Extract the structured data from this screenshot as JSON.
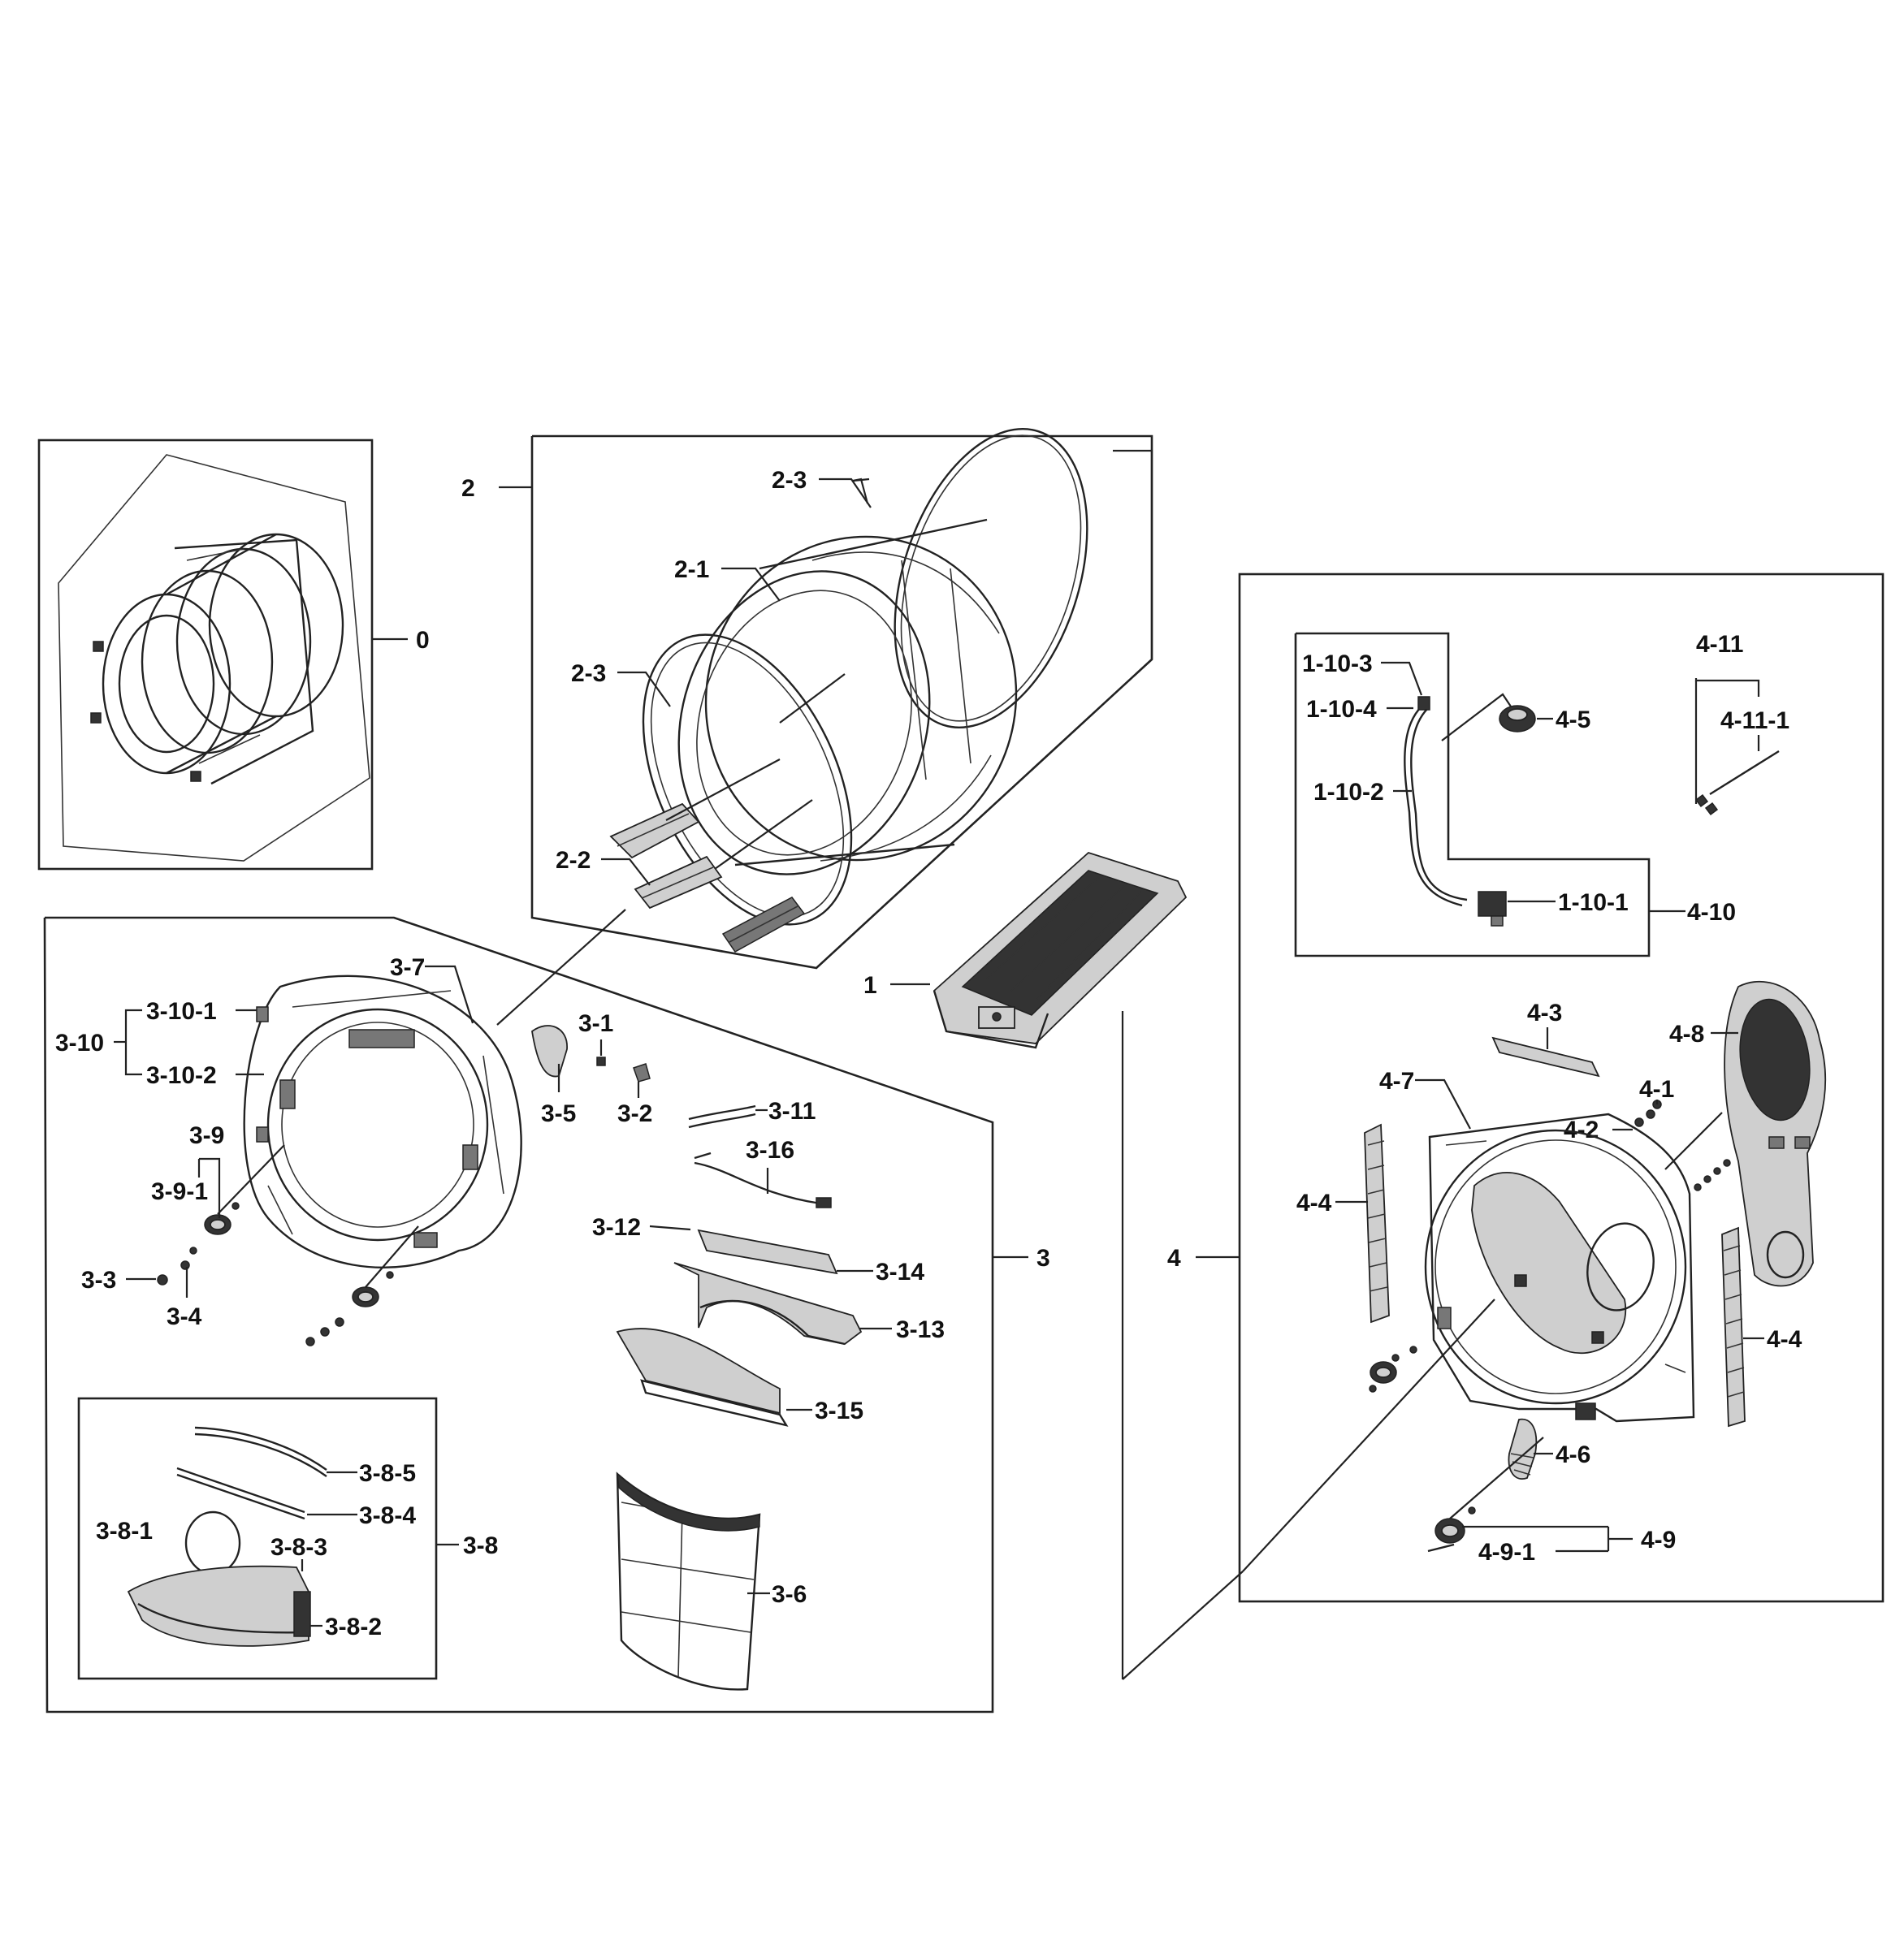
{
  "diagram": {
    "labels": {
      "l0": "0",
      "l1": "1",
      "l2": "2",
      "l2_1": "2-1",
      "l2_2": "2-2",
      "l2_3a": "2-3",
      "l2_3b": "2-3",
      "l3": "3",
      "l3_1": "3-1",
      "l3_2": "3-2",
      "l3_3": "3-3",
      "l3_4": "3-4",
      "l3_5": "3-5",
      "l3_6": "3-6",
      "l3_7": "3-7",
      "l3_8": "3-8",
      "l3_8_1": "3-8-1",
      "l3_8_2": "3-8-2",
      "l3_8_3": "3-8-3",
      "l3_8_4": "3-8-4",
      "l3_8_5": "3-8-5",
      "l3_9": "3-9",
      "l3_9_1": "3-9-1",
      "l3_10": "3-10",
      "l3_10_1": "3-10-1",
      "l3_10_2": "3-10-2",
      "l3_11": "3-11",
      "l3_12": "3-12",
      "l3_13": "3-13",
      "l3_14": "3-14",
      "l3_15": "3-15",
      "l3_16": "3-16",
      "l4": "4",
      "l4_1": "4-1",
      "l4_2": "4-2",
      "l4_3": "4-3",
      "l4_4a": "4-4",
      "l4_4b": "4-4",
      "l4_5": "4-5",
      "l4_6": "4-6",
      "l4_7": "4-7",
      "l4_8": "4-8",
      "l4_9": "4-9",
      "l4_9_1": "4-9-1",
      "l4_10": "4-10",
      "l4_11": "4-11",
      "l4_11_1": "4-11-1",
      "l1_10_1": "1-10-1",
      "l1_10_2": "1-10-2",
      "l1_10_3": "1-10-3",
      "l1_10_4": "1-10-4"
    }
  }
}
